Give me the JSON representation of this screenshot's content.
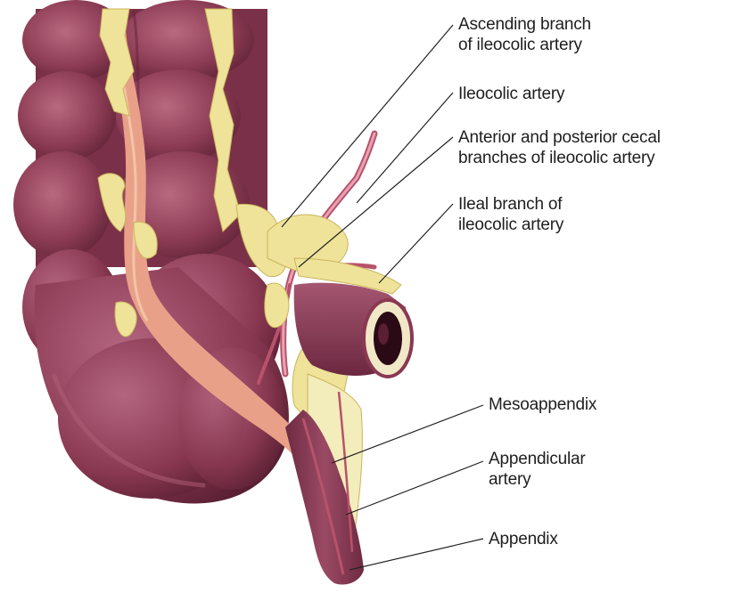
{
  "labels": {
    "ascending_branch": "Ascending branch\nof ileocolic artery",
    "ileocolic_artery": "Ileocolic artery",
    "cecal_branches": "Anterior and posterior cecal\nbranches of ileocolic artery",
    "ileal_branch": "Ileal branch of\nileocolic artery",
    "mesoappendix": "Mesoappendix",
    "appendicular_artery": "Appendicular\nartery",
    "appendix": "Appendix"
  },
  "colors": {
    "colon": "#8e3d56",
    "colon_dark": "#5e2236",
    "colon_light": "#b0617a",
    "fat": "#efe39a",
    "artery_pink": "#e8a188",
    "background": "#ffffff",
    "leader_line": "#222222"
  }
}
